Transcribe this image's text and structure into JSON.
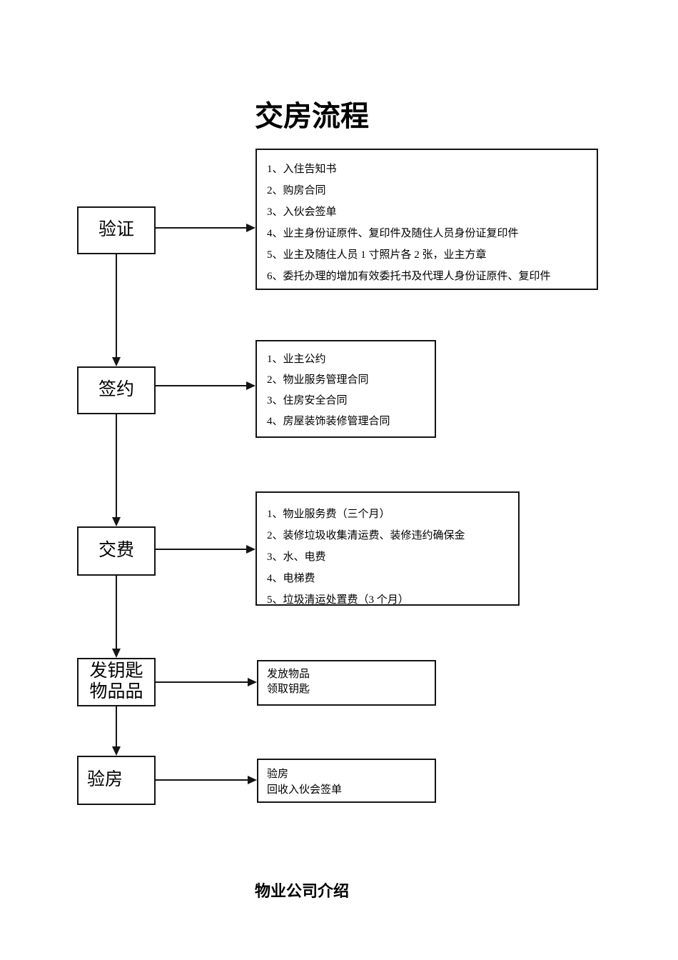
{
  "title": "交房流程",
  "footer_heading": "物业公司介绍",
  "line_color": "#141414",
  "steps": [
    {
      "label_lines": [
        "验证"
      ],
      "details": [
        "1、入住告知书",
        "2、购房合同",
        "3、入伙会签单",
        "4、业主身份证原件、复印件及随住人员身份证复印件",
        "5、业主及随住人员 1 寸照片各 2 张，业主方章",
        "6、委托办理的增加有效委托书及代理人身份证原件、复印件"
      ]
    },
    {
      "label_lines": [
        "签约"
      ],
      "details": [
        "1、业主公约",
        "2、物业服务管理合同",
        "3、住房安全合同",
        "4、房屋装饰装修管理合同"
      ]
    },
    {
      "label_lines": [
        "交费"
      ],
      "details": [
        "1、物业服务费（三个月）",
        "2、装修垃圾收集清运费、装修违约确保金",
        "3、水、电费",
        "4、电梯费",
        "5、垃圾清运处置费（3 个月）"
      ]
    },
    {
      "label_lines": [
        "发钥匙",
        "物品品"
      ],
      "details": [
        "发放物品",
        "领取钥匙"
      ]
    },
    {
      "label_lines": [
        "验房"
      ],
      "details": [
        "验房",
        "回收入伙会签单"
      ]
    }
  ]
}
